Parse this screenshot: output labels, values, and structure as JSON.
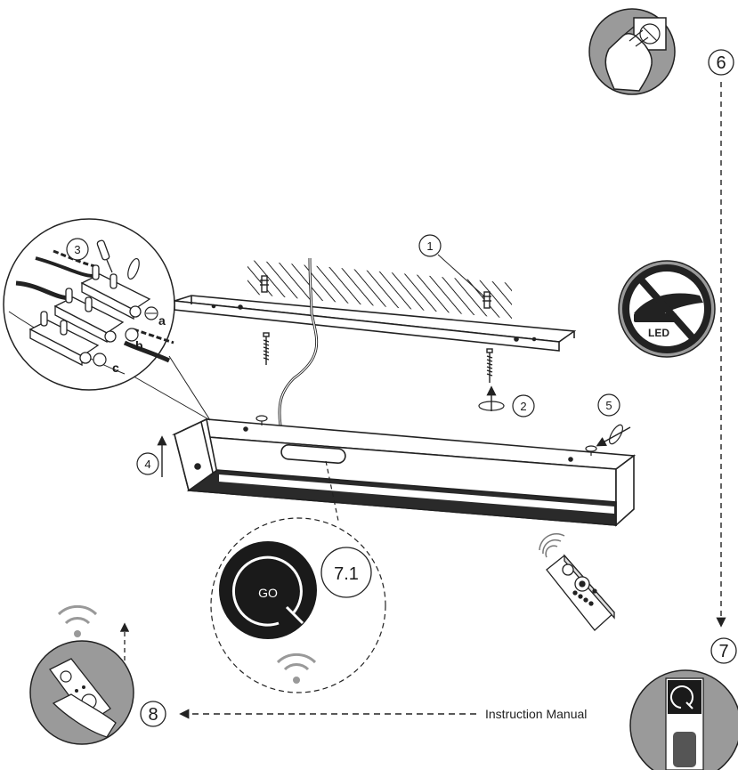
{
  "steps": {
    "s1": "1",
    "s2": "2",
    "s3": "3",
    "s4": "4",
    "s5": "5",
    "s6": "6",
    "s7": "7",
    "s71": "7.1",
    "s8": "8"
  },
  "wiring_labels": {
    "a": "a",
    "b": "b",
    "c": "c"
  },
  "go_button": {
    "label": "GO"
  },
  "no_touch_badge": {
    "label": "LED"
  },
  "instruction": {
    "text": "Instruction Manual"
  },
  "colors": {
    "ink": "#1a1a1a",
    "badge_gray": "#9a9a9a",
    "panel_dark": "#2a2a2a",
    "white": "#ffffff"
  }
}
